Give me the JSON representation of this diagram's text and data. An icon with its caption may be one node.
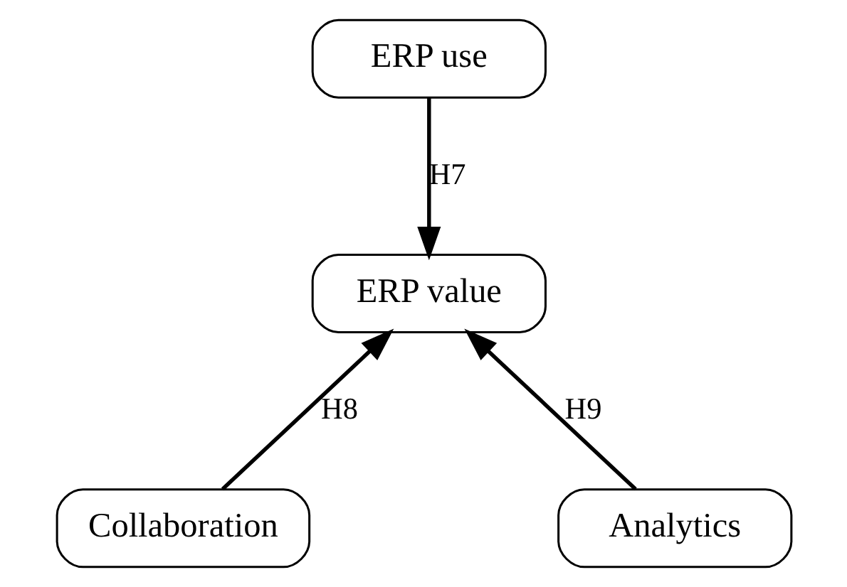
{
  "diagram": {
    "nodes": [
      {
        "text": [
          "ERP use"
        ]
      },
      {
        "text": [
          "ERP value"
        ]
      },
      {
        "text": [
          "Collaboration"
        ]
      },
      {
        "text": [
          "Analytics"
        ]
      }
    ],
    "edges": [
      {
        "from": 0,
        "to": 1,
        "arrow": "to",
        "label": "H7"
      },
      {
        "from": 2,
        "to": 1,
        "arrow": "to",
        "label": "H8"
      },
      {
        "from": 3,
        "to": 1,
        "arrow": "to",
        "label": "H9"
      }
    ]
  }
}
